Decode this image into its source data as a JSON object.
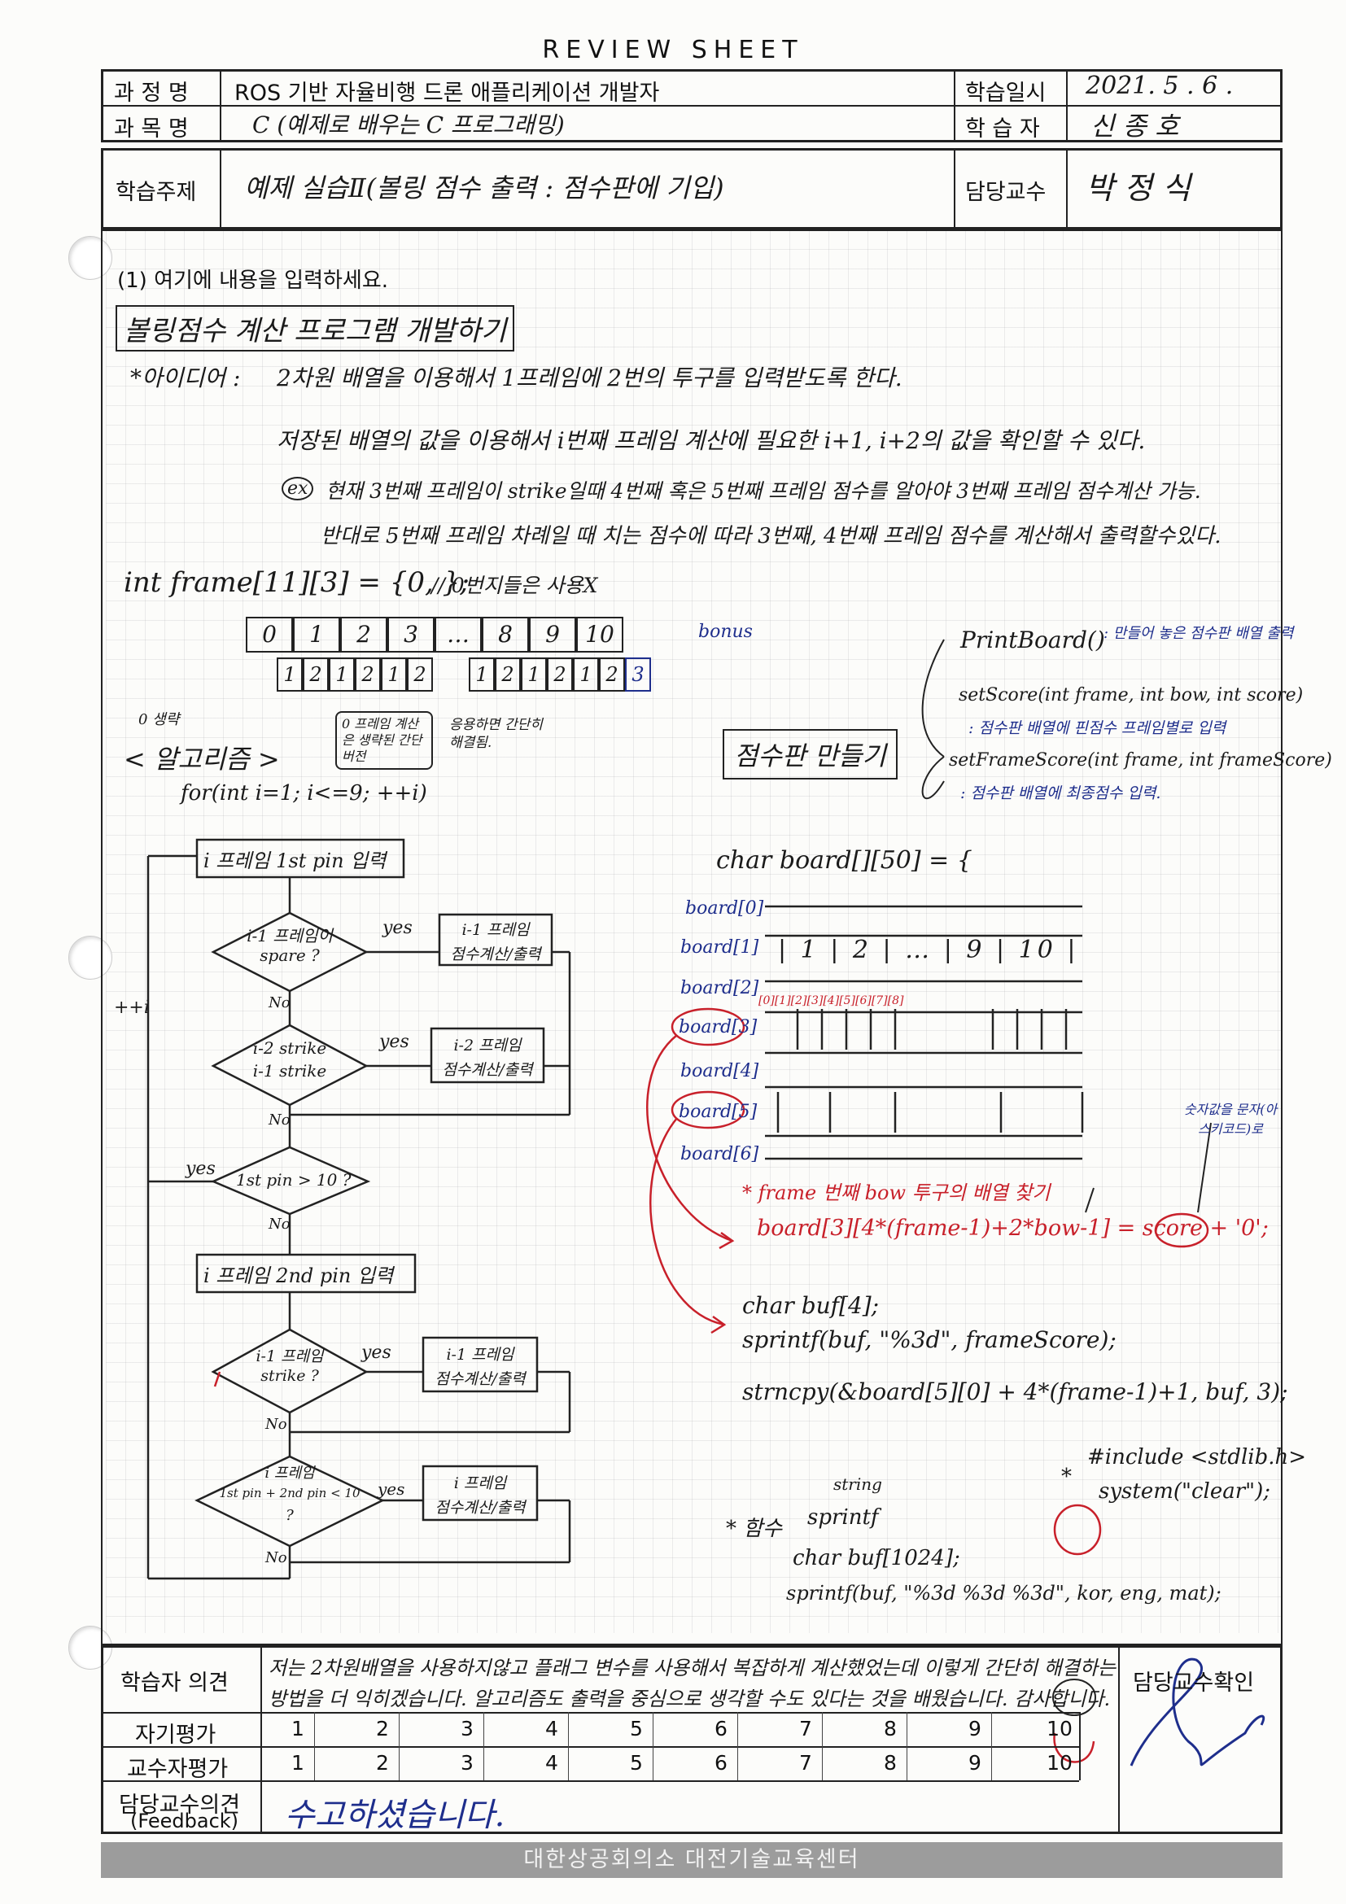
{
  "sheet_title": "REVIEW SHEET",
  "header": {
    "course_label": "과 정 명",
    "course_value": "ROS 기반 자율비행 드론 애플리케이션 개발자",
    "date_label": "학습일시",
    "date_value": "2021. 5 . 6 .",
    "subject_label": "과 목 명",
    "subject_value": "C (예제로 배우는 C 프로그래밍)",
    "student_label": "학 습 자",
    "student_value": "신 종 호",
    "topic_label": "학습주제",
    "topic_value": "예제 실습Ⅱ(볼링 점수 출력 : 점수판에 기입)",
    "professor_label": "담당교수",
    "professor_value": "박 정 식"
  },
  "body": {
    "prompt": "(1) 여기에 내용을 입력하세요.",
    "heading": "볼링점수 계산 프로그램 개발하기",
    "idea_label": "*아이디어 :",
    "idea_line1": "2차원 배열을 이용해서 1프레임에 2번의 투구를 입력받도록 한다.",
    "idea_line2": "저장된 배열의 값을 이용해서 i번째 프레임 계산에 필요한 i+1, i+2의 값을 확인할 수 있다.",
    "example_mark": "ex",
    "example_line1": "현재 3번째 프레임이 strike일때 4번째 혹은 5번째 프레임 점수를 알아야 3번째 프레임 점수계산 가능.",
    "example_line2": "반대로 5번째 프레임 차례일 때 치는 점수에 따라 3번째, 4번째 프레임 점수를 계산해서 출력할수있다.",
    "array_decl": "int frame[11][3] = {0, };",
    "array_comment": "// 0번지들은 사용X",
    "frame_index_cells": [
      "0",
      "1",
      "2",
      "3",
      "…",
      "8",
      "9",
      "10"
    ],
    "bonus_label": "bonus",
    "throw_cells": [
      "1",
      "2",
      "1",
      "2",
      "1",
      "2",
      "1",
      "2",
      "1",
      "2",
      "1",
      "2",
      "3"
    ],
    "omit_note": "0 생략",
    "algorithm_label": "< 알고리즘 >",
    "simplified_note": "0 프레임 계산은 생략된 간단 버전",
    "simplified_note2": "응용하면 간단히 해결됨.",
    "for_loop": "for(int i=1; i<=9; ++i)",
    "loop_increment": "++i",
    "flow": {
      "step1": "i 프레임 1st pin 입력",
      "dec1": [
        "i-1 프레임이",
        "spare ?"
      ],
      "dec1_yes": "yes",
      "act1": [
        "i-1 프레임",
        "점수계산/출력"
      ],
      "dec1_no": "No",
      "dec2": [
        "i-2 strike",
        "i-1 strike"
      ],
      "dec2_yes": "yes",
      "act2": [
        "i-2 프레임",
        "점수계산/출력"
      ],
      "dec2_no": "No",
      "dec3": "1st pin > 10 ?",
      "dec3_yes": "yes",
      "dec3_no": "No",
      "step2": "i 프레임 2nd pin 입력",
      "dec4": [
        "i-1 프레임",
        "strike ?"
      ],
      "dec4_yes": "yes",
      "act4": [
        "i-1 프레임",
        "점수계산/출력"
      ],
      "dec4_no": "No",
      "dec5": [
        "i 프레임",
        "1st pin + 2nd pin < 10",
        "?"
      ],
      "dec5_yes": "yes",
      "act5": [
        "i 프레임",
        "점수계산/출력"
      ],
      "dec5_no": "No"
    },
    "board_functions": {
      "title": "점수판 만들기",
      "print_board": "PrintBoard()",
      "print_board_note": ": 만들어 놓은 점수판 배열 출력",
      "set_score": "setScore(int frame, int bow, int score)",
      "set_score_note": ": 점수판 배열에 핀점수 프레임별로 입력",
      "set_frame_score": "setFrameScore(int frame, int frameScore)",
      "set_frame_score_note": ": 점수판 배열에 최종점수 입력."
    },
    "board_decl": "char board[][50] = {",
    "board_rows": [
      "board[0]",
      "board[1]",
      "board[2]",
      "board[3]",
      "board[4]",
      "board[5]",
      "board[6]"
    ],
    "board_row1_content": "|  1  |  2  | … |  9  |  10  |",
    "board_index_marks": "[0][1][2][3][4][5][6][7][8]",
    "ascii_note": "숫자값을 문자(아스키코드)로",
    "find_index_note": "* frame 번째 bow 투구의 배열 찾기",
    "index_formula": "board[3][4*(frame-1)+2*bow-1] = score + '0';",
    "buf_decl": "char buf[4];",
    "sprintf_line": "sprintf(buf, \"%3d\", frameScore);",
    "strncpy_line": "strncpy(&board[5][0] + 4*(frame-1)+1, buf, 3);",
    "include_line": "#include <stdlib.h>",
    "system_line": "system(\"clear\");",
    "func_label": "* 함수",
    "string_label": "string",
    "sprintf_name": "sprintf",
    "example_buf": "char buf[1024];",
    "example_sprintf": "sprintf(buf, \"%3d %3d %3d\", kor, eng, mat);"
  },
  "opinion": {
    "label": "학습자 의견",
    "text1": "저는 2차원배열을 사용하지않고 플래그 변수를 사용해서 복잡하게 계산했었는데 이렇게 간단히 해결하는",
    "text2": "방법을 더 익히겠습니다. 알고리즘도 출력을 중심으로 생각할 수도 있다는 것을 배웠습니다. 감사합니다.",
    "confirm_label": "담당교수확인"
  },
  "self_eval": {
    "label": "자기평가",
    "scores": [
      "1",
      "2",
      "3",
      "4",
      "5",
      "6",
      "7",
      "8",
      "9",
      "10"
    ],
    "selected": "10"
  },
  "prof_eval": {
    "label": "교수자평가",
    "scores": [
      "1",
      "2",
      "3",
      "4",
      "5",
      "6",
      "7",
      "8",
      "9",
      "10"
    ],
    "selected": "10"
  },
  "feedback": {
    "label1": "담당교수의견",
    "label2": "(Feedback)",
    "text": "수고하셨습니다."
  },
  "footer_text": "대한상공회의소 대전기술교육센터",
  "colors": {
    "ink_blue": "#1e2e8c",
    "ink_red": "#c8202a",
    "footer_gray": "#9c9c9c"
  }
}
